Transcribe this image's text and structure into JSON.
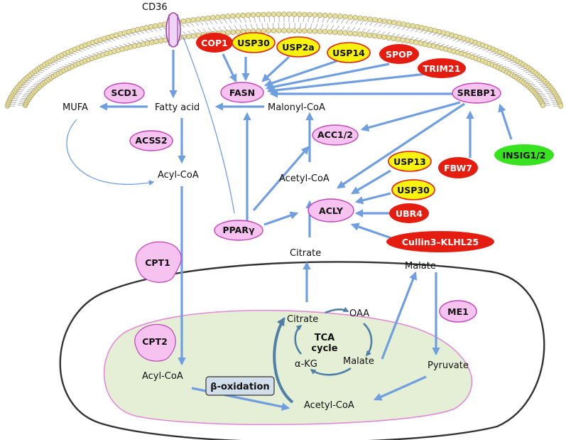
{
  "colors": {
    "arrow": "#6f9fe0",
    "pink_fill": "#f6c2f0",
    "pink_stroke": "#c044b8",
    "red_fill": "#e51d10",
    "yellow_fill": "#f7f20e",
    "green_fill": "#37e21e",
    "membrane_head": "#e6dfa0",
    "cytosol_outline": "#333333",
    "mito_fill": "#e4efd6",
    "mito_stroke": "#e28ad8"
  },
  "membrane": {
    "receptor_label": "CD36"
  },
  "metabolites": {
    "mufa": "MUFA",
    "fatty_acid": "Fatty acid",
    "malonyl_coa": "Malonyl-CoA",
    "acyl_coa_cyto": "Acyl-CoA",
    "acetyl_coa_cyto": "Acetyl-CoA",
    "citrate_cyto": "Citrate",
    "malate_cyto": "Malate",
    "citrate_mito": "Citrate",
    "oaa": "OAA",
    "alpha_kg": "α-KG",
    "malate_mito": "Malate",
    "pyruvate": "Pyruvate",
    "acyl_coa_mito": "Acyl-CoA",
    "acetyl_coa_mito": "Acetyl-CoA",
    "tca_line1": "TCA",
    "tca_line2": "cycle",
    "beta_oxidation": "β-oxidation"
  },
  "enzymes": {
    "scd1": "SCD1",
    "acss2": "ACSS2",
    "fasn": "FASN",
    "acc": "ACC1/2",
    "acly": "ACLY",
    "ppar": "PPARγ",
    "srebp1": "SREBP1",
    "cpt1": "CPT1",
    "cpt2": "CPT2",
    "me1": "ME1"
  },
  "regulators": {
    "cop1": "COP1",
    "usp30_top": "USP30",
    "usp2a": "USP2a",
    "usp14": "USP14",
    "spop": "SPOP",
    "trim21": "TRIM21",
    "usp13": "USP13",
    "usp30_mid": "USP30",
    "ubr4": "UBR4",
    "cullin": "Cullin3–KLHL25",
    "fbw7": "FBW7",
    "insig": "INSIG1/2"
  }
}
